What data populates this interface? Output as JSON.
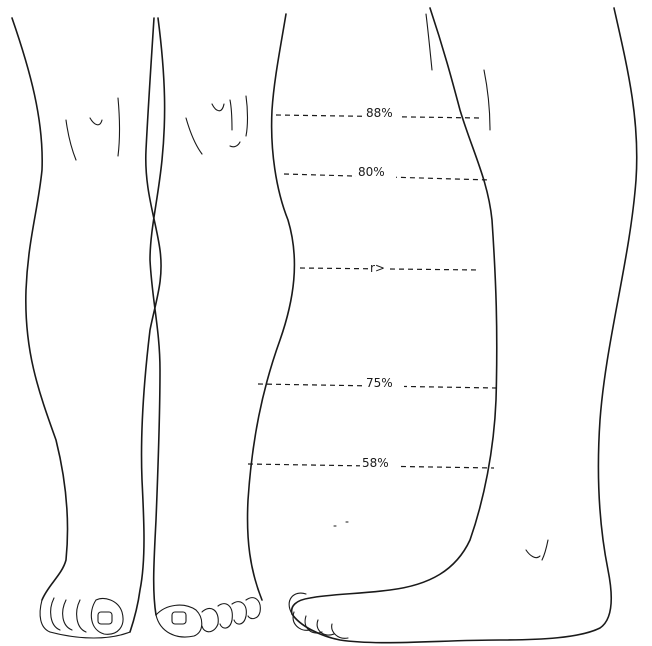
{
  "measurements": [
    {
      "label": "88%"
    },
    {
      "label": "80%"
    },
    {
      "label": "r>"
    },
    {
      "label": "75%"
    },
    {
      "label": "58%"
    }
  ]
}
